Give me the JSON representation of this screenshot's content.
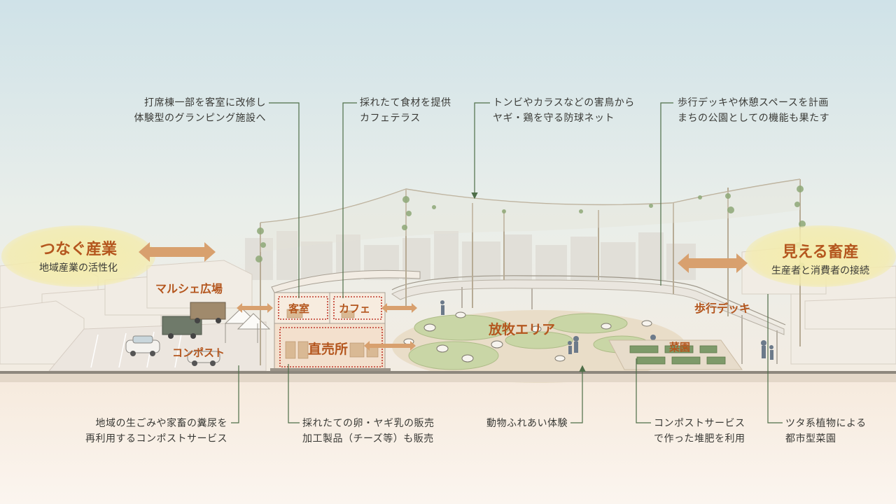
{
  "callouts_top": {
    "guest_rooms": [
      "打席棟一部を客室に改修し",
      "体験型のグランピング施設へ"
    ],
    "cafe": [
      "採れたて食材を提供",
      "カフェテラス"
    ],
    "net": [
      "トンビやカラスなどの害鳥から",
      "ヤギ・鶏を守る防球ネット"
    ],
    "deck": [
      "歩行デッキや休憩スペースを計画",
      "まちの公園としての機能も果たす"
    ]
  },
  "callouts_bottom": {
    "compost": [
      "地域の生ごみや家畜の糞尿を",
      "再利用するコンポストサービス"
    ],
    "direct_sales": [
      "採れたての卵・ヤギ乳の販売",
      "加工製品（チーズ等）も販売"
    ],
    "animal": [
      "動物ふれあい体験"
    ],
    "compost_service": [
      "コンポストサービス",
      "で作った堆肥を利用"
    ],
    "ivy": [
      "ツタ系植物による",
      "都市型菜園"
    ]
  },
  "zones": {
    "marche": "マルシェ広場",
    "compost": "コンポスト",
    "guest_room": "客室",
    "cafe": "カフェ",
    "direct_sales": "直売所",
    "pasture": "放牧エリア",
    "deck": "歩行デッキ",
    "vegetable_garden": "菜園"
  },
  "left_pill": {
    "title": "つなぐ産業",
    "subtitle": "地域産業の活性化"
  },
  "right_pill": {
    "title": "見える畜産",
    "subtitle": "生産者と消費者の接続"
  },
  "colors": {
    "accent": "#b4561e",
    "leader_line": "#4e6e48",
    "arrow": "#d8a06e",
    "dotted_box": "#c0392b",
    "pill": "#f4ecb0",
    "sky_top": "#d3e4ea",
    "ground": "#f6ece2"
  }
}
